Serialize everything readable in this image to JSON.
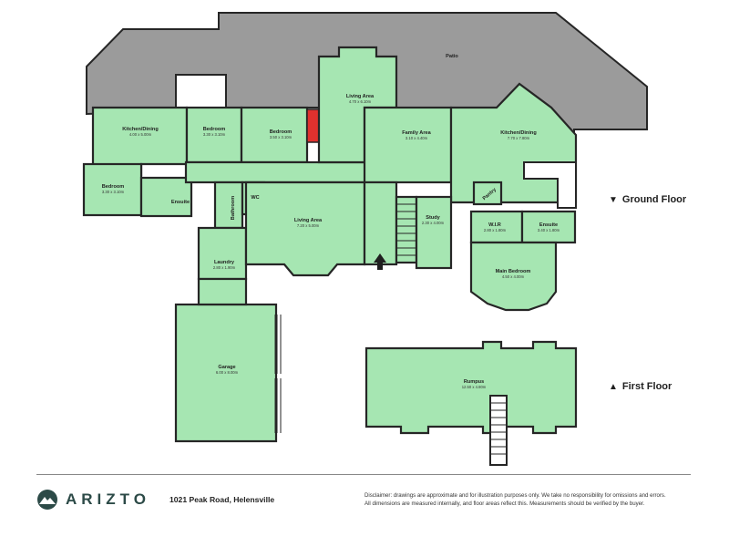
{
  "outdoor": {
    "patio_label": "Patio"
  },
  "ground_floor": {
    "floor_label": "Ground Floor",
    "rooms": {
      "kitchen_dining_west": {
        "name": "Kitchen/Dining",
        "dims": "4.00 x 5.00m"
      },
      "bedroom_1": {
        "name": "Bedroom",
        "dims": "3.30 x 3.10m"
      },
      "bedroom_2": {
        "name": "Bedroom",
        "dims": "3.50 x 3.10m"
      },
      "bedroom_3": {
        "name": "Bedroom",
        "dims": "3.30 x 3.10m"
      },
      "ensuite_west": {
        "name": "Ensuite"
      },
      "bathroom": {
        "name": "Bathroom"
      },
      "wc": {
        "name": "WC"
      },
      "laundry": {
        "name": "Laundry",
        "dims": "2.80 x 1.90m"
      },
      "living_area_upper": {
        "name": "Living Area",
        "dims": "4.70 x 6.10m"
      },
      "family_area": {
        "name": "Family Area",
        "dims": "3.10 x 4.40m"
      },
      "kitchen_dining_east": {
        "name": "Kitchen/Dining",
        "dims": "7.70 x 7.80m"
      },
      "pantry": {
        "name": "Pantry"
      },
      "living_area_lower": {
        "name": "Living Area",
        "dims": "7.20 x 5.00m"
      },
      "study": {
        "name": "Study",
        "dims": "2.30 x 4.00m"
      },
      "wir": {
        "name": "W.I.R",
        "dims": "2.80 x 1.80m"
      },
      "ensuite_east": {
        "name": "Ensuite",
        "dims": "3.40 x 1.80m"
      },
      "main_bedroom": {
        "name": "Main Bedroom",
        "dims": "4.50 x 4.00m"
      },
      "garage": {
        "name": "Garage",
        "dims": "6.00 x 8.00m"
      }
    }
  },
  "first_floor": {
    "floor_label": "First Floor",
    "rooms": {
      "rumpus": {
        "name": "Rumpus",
        "dims": "12.50 x 4.80m"
      }
    }
  },
  "footer": {
    "brand": "ARIZTO",
    "address": "1021 Peak Road, Helensville",
    "disclaimer_line1": "Disclaimer: drawings are approximate and for illustration purposes only. We take no responsibility for omissions and errors.",
    "disclaimer_line2": "All dimensions are measured internally, and floor areas reflect this. Measurements should be verified by the buyer."
  },
  "colors": {
    "room_fill": "#a6e6b2",
    "patio_fill": "#9b9b9b",
    "wall": "#262626",
    "feature_red": "#e0312e",
    "brand_teal": "#2c4a47"
  }
}
